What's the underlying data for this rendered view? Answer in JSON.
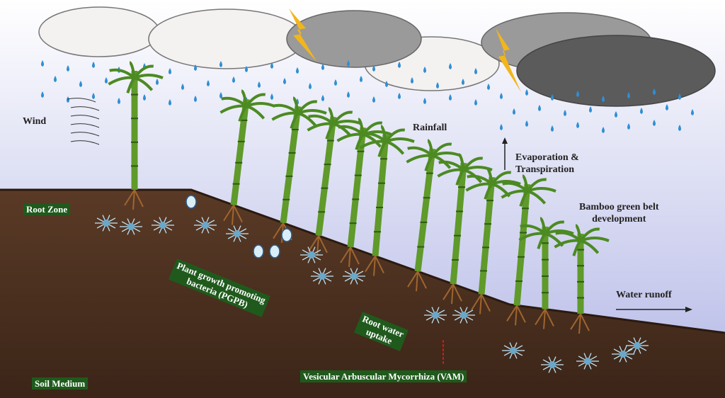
{
  "labels": {
    "wind": "Wind",
    "rainfall": "Rainfall",
    "evaporation": "Evaporation &",
    "transpiration": "Transpiration",
    "bamboo_line1": "Bamboo green belt",
    "bamboo_line2": "development",
    "water_runoff": "Water runoff",
    "root_zone": "Root Zone",
    "pgpb_line1": "Plant growth promoting",
    "pgpb_line2": "bacteria (PGPB)",
    "root_water_line1": "Root water",
    "root_water_line2": "uptake",
    "soil_medium": "Soil Medium",
    "vam": "Vesicular Arbuscular Mycorrhiza (VAM)"
  },
  "colors": {
    "sky_top": "#ffffff",
    "sky_bottom": "#b9bde8",
    "soil": "#4a3122",
    "rain": "#2f8fd4",
    "bamboo": "#5f9a2a",
    "label_bg": "#1f5a1c",
    "lightning": "#f2b51c"
  }
}
